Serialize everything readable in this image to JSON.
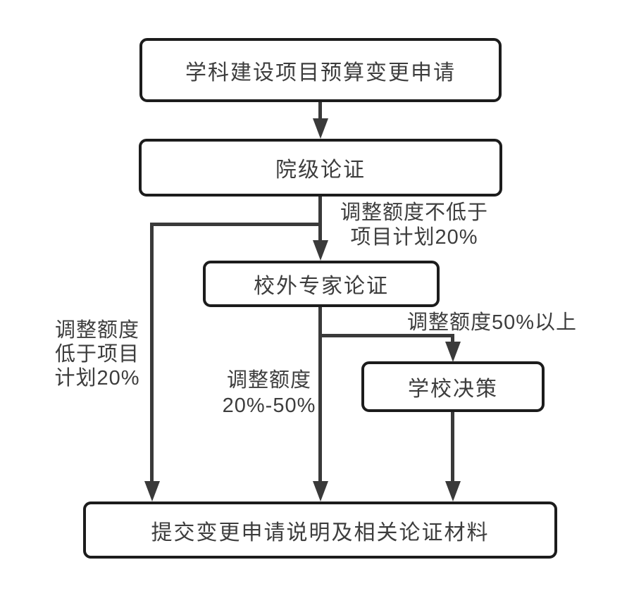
{
  "flowchart": {
    "nodes": {
      "application": "学科建设项目预算变更申请",
      "college_review": "院级论证",
      "external_expert_review": "校外专家论证",
      "school_decision": "学校决策",
      "submit_materials": "提交变更申请说明及相关论证材料"
    },
    "edge_labels": {
      "not_below_20": "调整额度不低于\n项目计划20%",
      "below_20": "调整额度\n低于项目\n计划20%",
      "between_20_50": "调整额度\n20%-50%",
      "above_50": "调整额度50%以上"
    },
    "colors": {
      "line": "#3a3a3a",
      "border": "#1c1c1c",
      "text": "#3d3d3d",
      "background": "#ffffff"
    }
  }
}
